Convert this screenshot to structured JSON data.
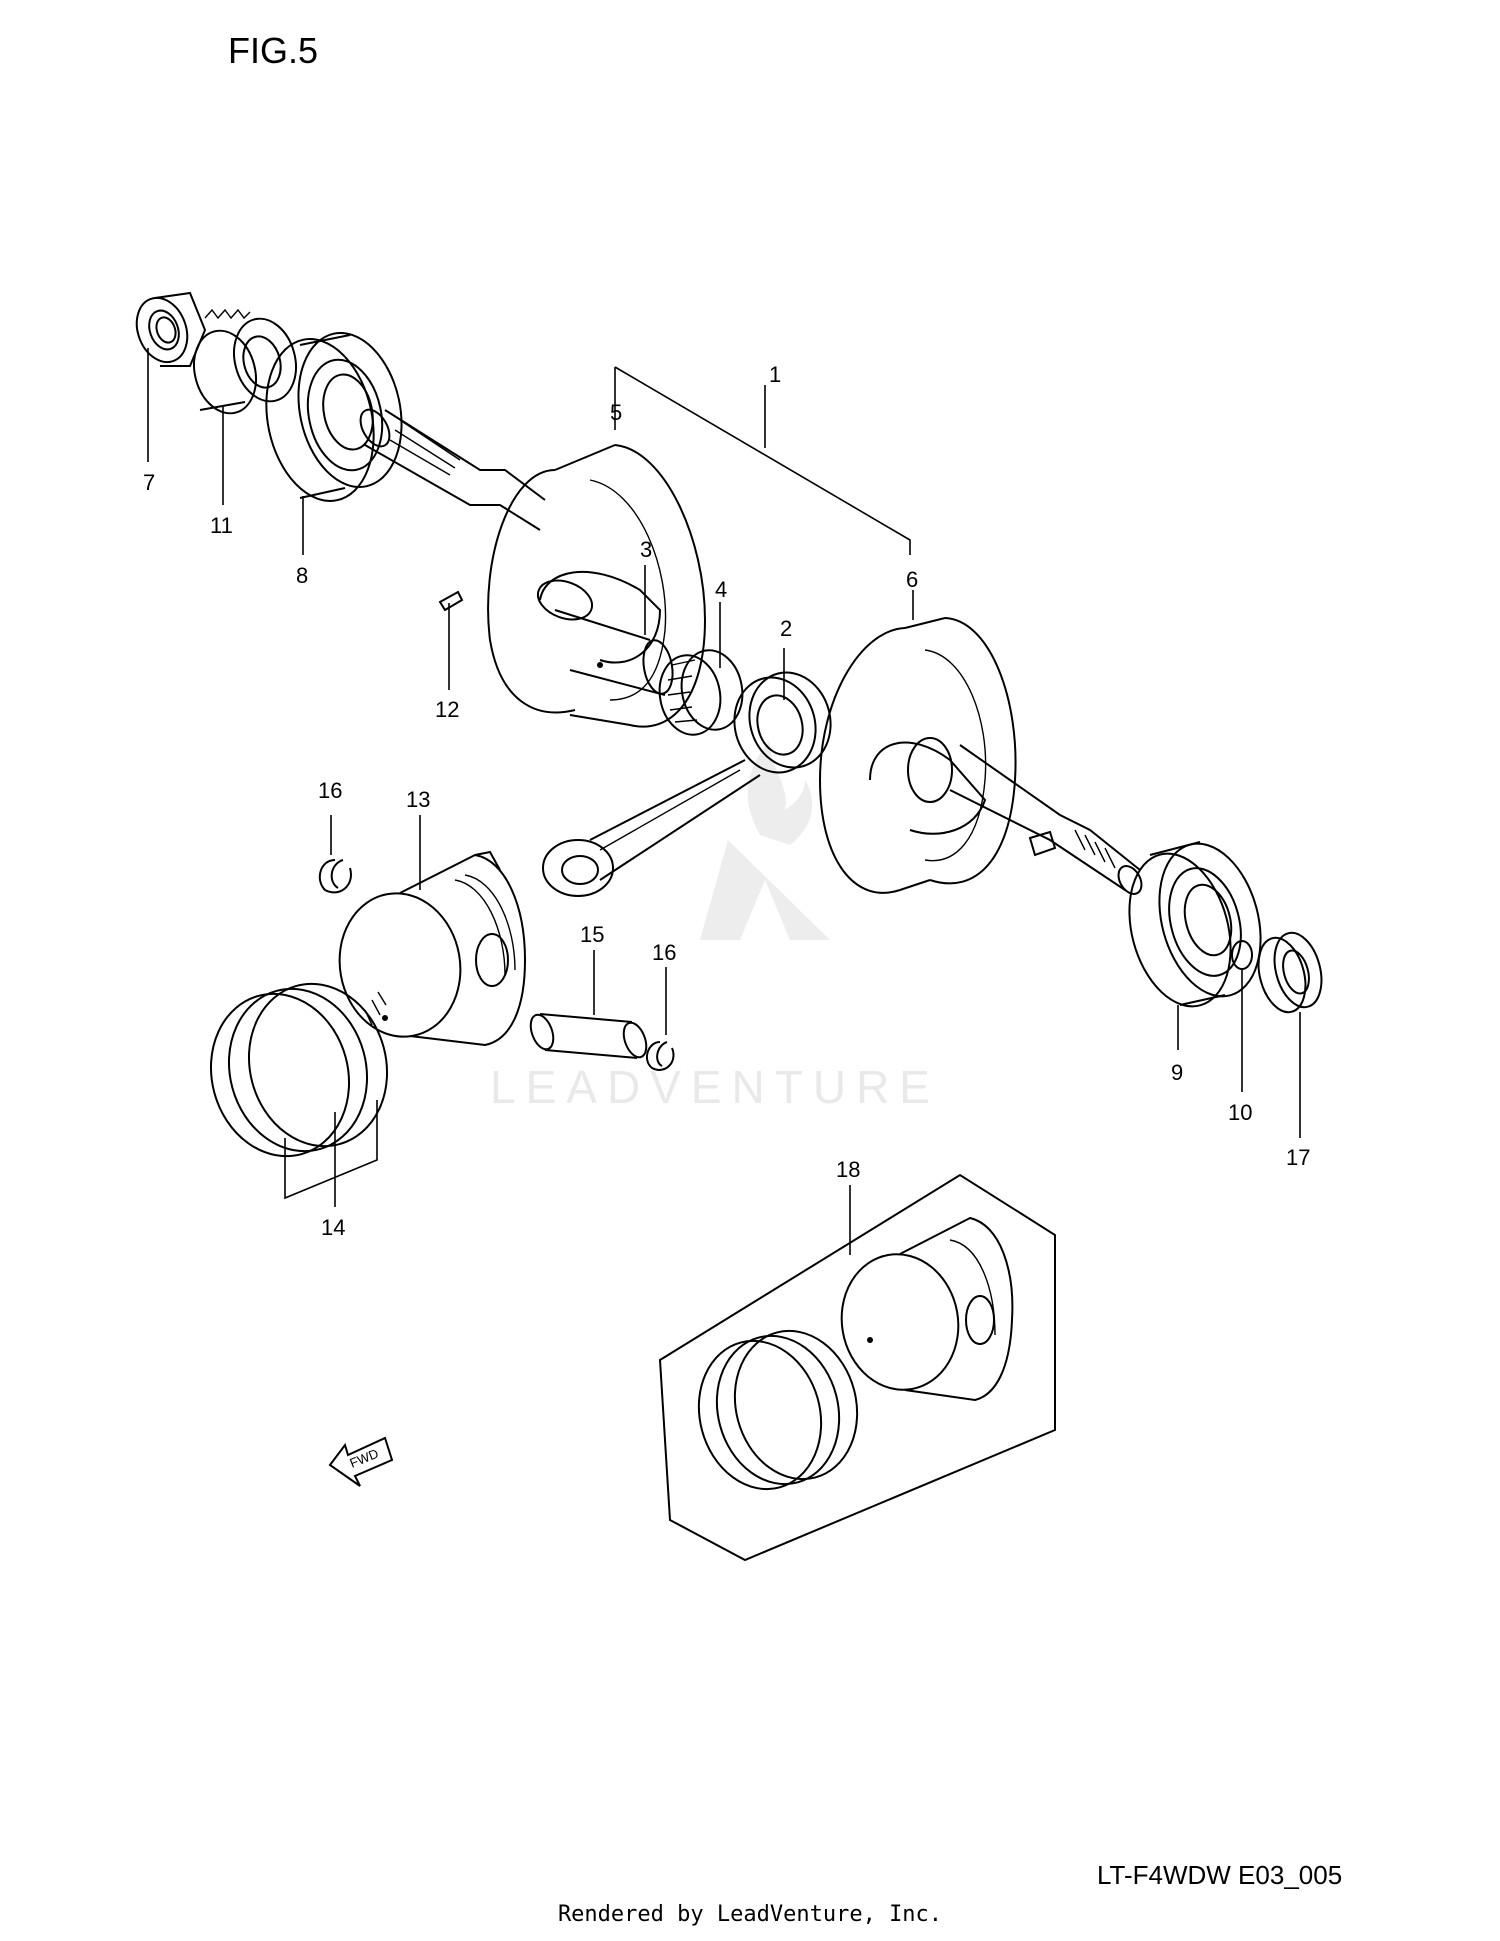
{
  "figure_title": "FIG.5",
  "drawing_code": "LT-F4WDW E03_005",
  "footer_text": "Rendered by LeadVenture, Inc.",
  "watermark_text": "LEADVENTURE",
  "fwd_label": "FWD",
  "part_labels": {
    "p1": "1",
    "p2": "2",
    "p3": "3",
    "p4": "4",
    "p5": "5",
    "p6": "6",
    "p7": "7",
    "p8": "8",
    "p9": "9",
    "p10": "10",
    "p11": "11",
    "p12": "12",
    "p13": "13",
    "p14": "14",
    "p15": "15",
    "p16a": "16",
    "p16b": "16",
    "p17": "17",
    "p18": "18"
  }
}
